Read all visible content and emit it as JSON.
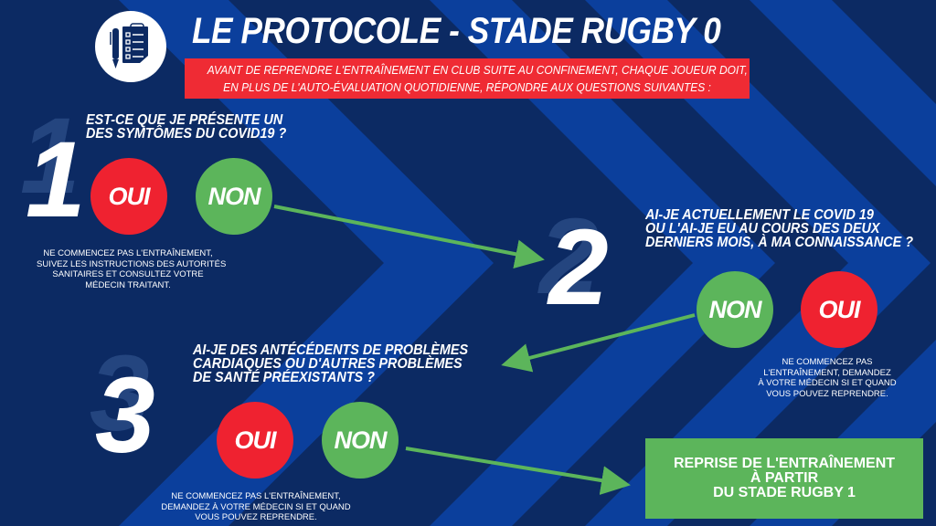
{
  "header": {
    "title": "LE PROTOCOLE - STADE RUGBY 0",
    "icon": "checklist-clipboard-icon",
    "intro_line1": "AVANT DE REPRENDRE L'ENTRAÎNEMENT EN CLUB SUITE AU CONFINEMENT, CHAQUE JOUEUR DOIT,",
    "intro_line2": "EN PLUS DE L'AUTO-ÉVALUATION QUOTIDIENNE, RÉPONDRE AUX QUESTIONS SUIVANTES :"
  },
  "steps": [
    {
      "number": "1",
      "question_lines": [
        "EST-CE QUE JE PRÉSENTE UN",
        "DES SYMTÔMES DU COVID19 ?"
      ],
      "oui_label": "OUI",
      "non_label": "NON",
      "oui_note": [
        "NE COMMENCEZ PAS L'ENTRAÎNEMENT,",
        "SUIVEZ LES INSTRUCTIONS DES AUTORITÉS",
        "SANITAIRES ET CONSULTEZ VOTRE",
        "MÉDECIN TRAITANT."
      ]
    },
    {
      "number": "2",
      "question_lines": [
        "AI-JE ACTUELLEMENT LE COVID 19",
        "OU L'AI-JE EU AU COURS DES DEUX",
        "DERNIERS MOIS, À MA CONNAISSANCE ?"
      ],
      "oui_label": "OUI",
      "non_label": "NON",
      "oui_note": [
        "NE COMMENCEZ PAS",
        "L'ENTRAÎNEMENT, DEMANDEZ",
        "À VOTRE MÉDECIN SI ET QUAND",
        "VOUS POUVEZ REPRENDRE."
      ]
    },
    {
      "number": "3",
      "question_lines": [
        "AI-JE DES ANTÉCÉDENTS DE PROBLÈMES",
        "CARDIAQUES OU D'AUTRES PROBLÈMES",
        "DE SANTÉ PRÉEXISTANTS ?"
      ],
      "oui_label": "OUI",
      "non_label": "NON",
      "oui_note": [
        "NE COMMENCEZ PAS L'ENTRAÎNEMENT,",
        "DEMANDEZ À VOTRE MÉDECIN SI ET QUAND",
        "VOUS POUVEZ REPRENDRE."
      ]
    }
  ],
  "final": {
    "lines": [
      "REPRISE DE L'ENTRAÎNEMENT",
      "À PARTIR",
      "DU STADE RUGBY 1"
    ]
  },
  "colors": {
    "navy": "#0c2a63",
    "stripe_blue": "#0b3f9c",
    "red": "#ef2230",
    "green": "#5cb55b",
    "white": "#ffffff"
  }
}
